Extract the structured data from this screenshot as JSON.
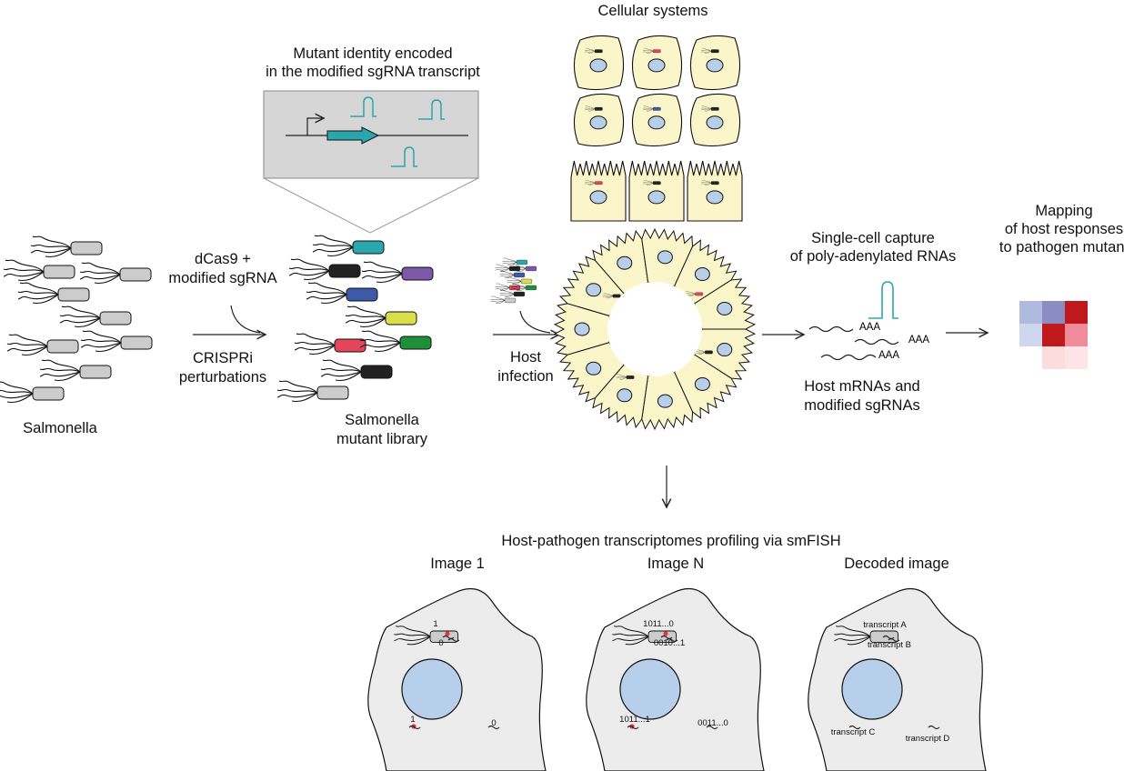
{
  "left": {
    "organism_label": "Salmonella",
    "step1_top": [
      "dCas9 +",
      "modified sgRNA"
    ],
    "step1_bottom": [
      "CRISPRi",
      "perturbations"
    ],
    "library_label": [
      "Salmonella",
      "mutant library"
    ],
    "inset_title": [
      "Mutant identity encoded",
      "in the modified sgRNA transcript"
    ]
  },
  "center": {
    "systems_title": "Cellular systems",
    "infection_label": [
      "Host",
      "infection"
    ]
  },
  "right": {
    "capture_title": [
      "Single-cell capture",
      "of poly-adenylated RNAs"
    ],
    "polyA": [
      "AAA",
      "AAA",
      "AAA"
    ],
    "capture_bottom": [
      "Host mRNAs and",
      "modified sgRNAs"
    ],
    "mapping_title": [
      "Mapping",
      "of host responses",
      "to pathogen mutant"
    ]
  },
  "heatmap": {
    "colors": [
      [
        "#b0b9de",
        "#8b8cc2",
        "#c0191c"
      ],
      [
        "#cfd7ee",
        "#c0191c",
        "#f08c99"
      ],
      [
        null,
        "#fcdcdc",
        "#fde4e6"
      ]
    ]
  },
  "bottom": {
    "title": "Host-pathogen transcriptomes profiling via smFISH",
    "panels": [
      {
        "title": "Image 1",
        "a": "1",
        "b": "0",
        "c": "1",
        "d": "0"
      },
      {
        "title": "Image N",
        "a": "1011...0",
        "b": "0010...1",
        "c": "1011...1",
        "d": "0011...0"
      },
      {
        "title": "Decoded image",
        "a": "transcript A",
        "b": "transcript B",
        "c": "transcript C",
        "d": "transcript D"
      }
    ]
  },
  "colors": {
    "bacterium_gray": "#cccccc",
    "cell_yellow": "#fbf6c9",
    "nucleus_blue": "#b7cfea",
    "sgRNA_teal": "#2aa6ac",
    "inset_gray": "#d6d6d6",
    "smfish_cell": "#ececec",
    "spot_red": "#e0393f",
    "library": [
      "#2aa6ac",
      "#222222",
      "#7a5aa8",
      "#3c5aa8",
      "#d8df4a",
      "#e5455a",
      "#1f8f3a",
      "#222222",
      "#cccccc"
    ]
  }
}
